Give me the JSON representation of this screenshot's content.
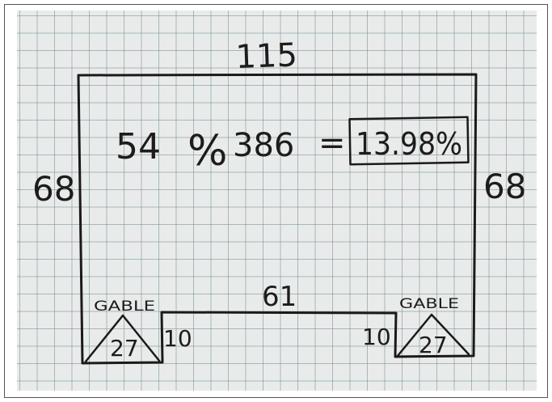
{
  "sketch": {
    "top_dimension": "115",
    "left_dimension": "68",
    "right_dimension": "68",
    "bottom_dimension": "61",
    "calculation": {
      "numerator": "54",
      "operator": "%",
      "denominator": "386",
      "equals": "=",
      "result": "13.98%"
    },
    "left_gable": {
      "label": "GABLE",
      "value": "27",
      "side_dimension": "10"
    },
    "right_gable": {
      "label": "GABLE",
      "value": "27",
      "side_dimension": "10"
    }
  }
}
